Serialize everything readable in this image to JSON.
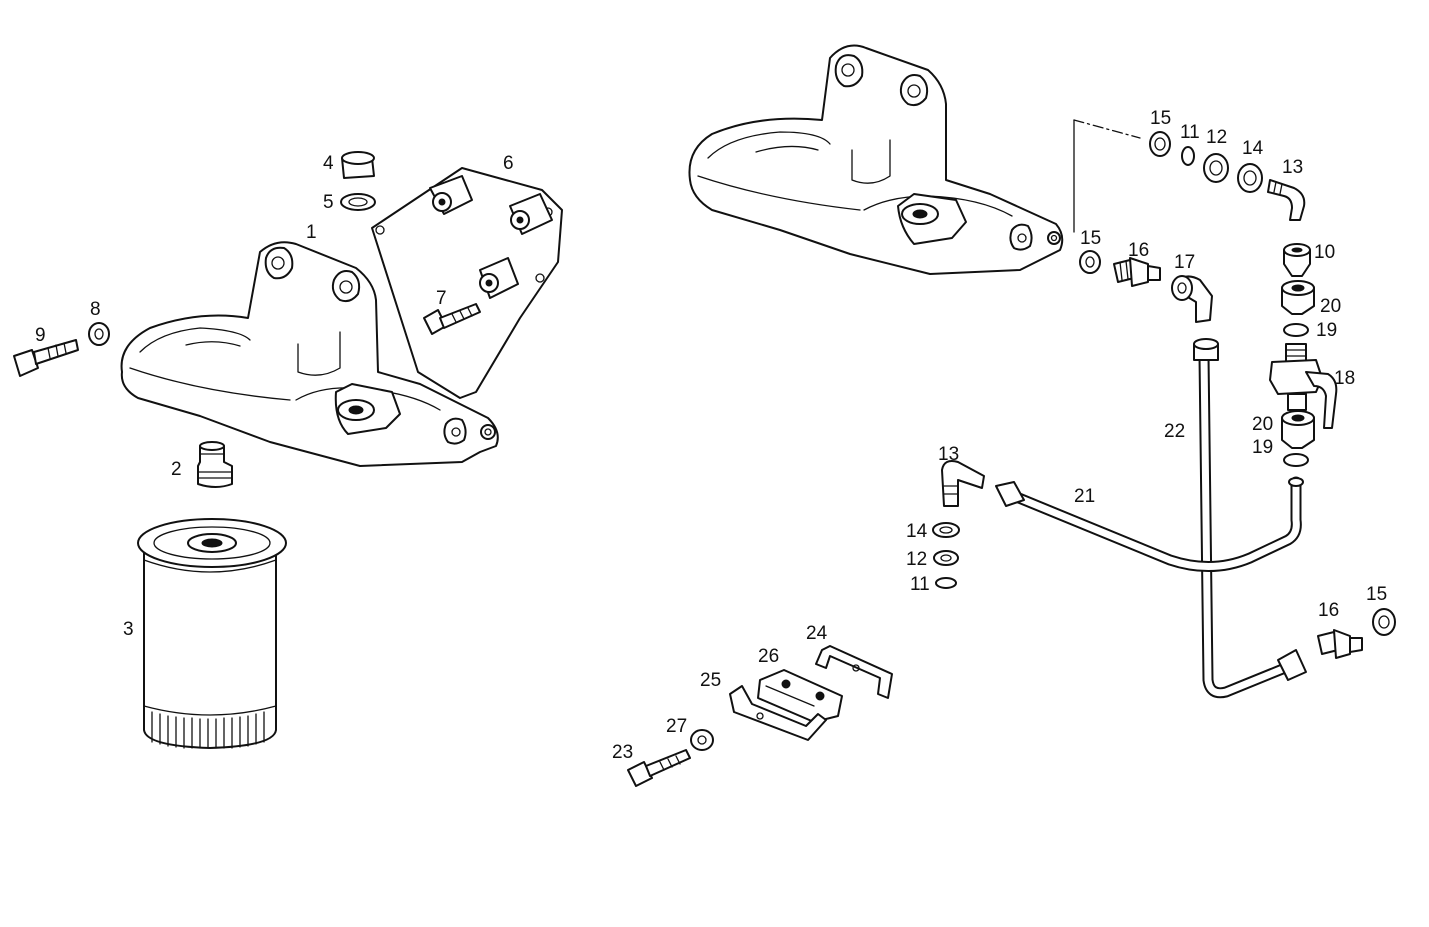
{
  "labels": {
    "l1": "1",
    "l2": "2",
    "l3": "3",
    "l4": "4",
    "l5": "5",
    "l6": "6",
    "l7": "7",
    "l8": "8",
    "l9": "9",
    "l15a": "15",
    "l11a": "11",
    "l12a": "12",
    "l14a": "14",
    "l13a": "13",
    "l15b": "15",
    "l16a": "16",
    "l17": "17",
    "l10": "10",
    "l20a": "20",
    "l19a": "19",
    "l18": "18",
    "l22": "22",
    "l20b": "20",
    "l19b": "19",
    "l13b": "13",
    "l21": "21",
    "l14b": "14",
    "l12b": "12",
    "l11b": "11",
    "l16b": "16",
    "l15c": "15",
    "l24": "24",
    "l26": "26",
    "l25": "25",
    "l27": "27",
    "l23": "23"
  },
  "colors": {
    "ink": "#111111",
    "paper": "#ffffff"
  }
}
